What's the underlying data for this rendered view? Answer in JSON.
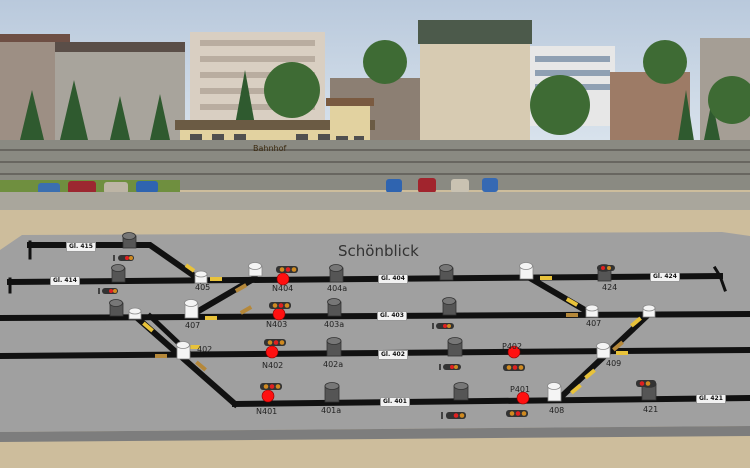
{
  "scene": {
    "station_sign": "Bahnhof"
  },
  "panel": {
    "title": "Schönblick",
    "track_tags": {
      "gl415": "Gl. 415",
      "gl414": "Gl. 414",
      "gl404": "Gl. 404",
      "gl424": "Gl. 424",
      "gl403": "Gl. 403",
      "gl402": "Gl. 402",
      "gl401": "Gl. 401",
      "gl421": "Gl. 421"
    },
    "labels": {
      "sw405": "405",
      "n404": "N404",
      "s404a": "404a",
      "s424": "424",
      "sw407l": "407",
      "n403": "N403",
      "s403a": "403a",
      "sw407r": "407",
      "sw402": "402",
      "n402": "N402",
      "s402a": "402a",
      "p402": "P402",
      "sw409": "409",
      "n401": "N401",
      "s401a": "401a",
      "p401": "P401",
      "sw408": "408",
      "s421": "421"
    }
  }
}
